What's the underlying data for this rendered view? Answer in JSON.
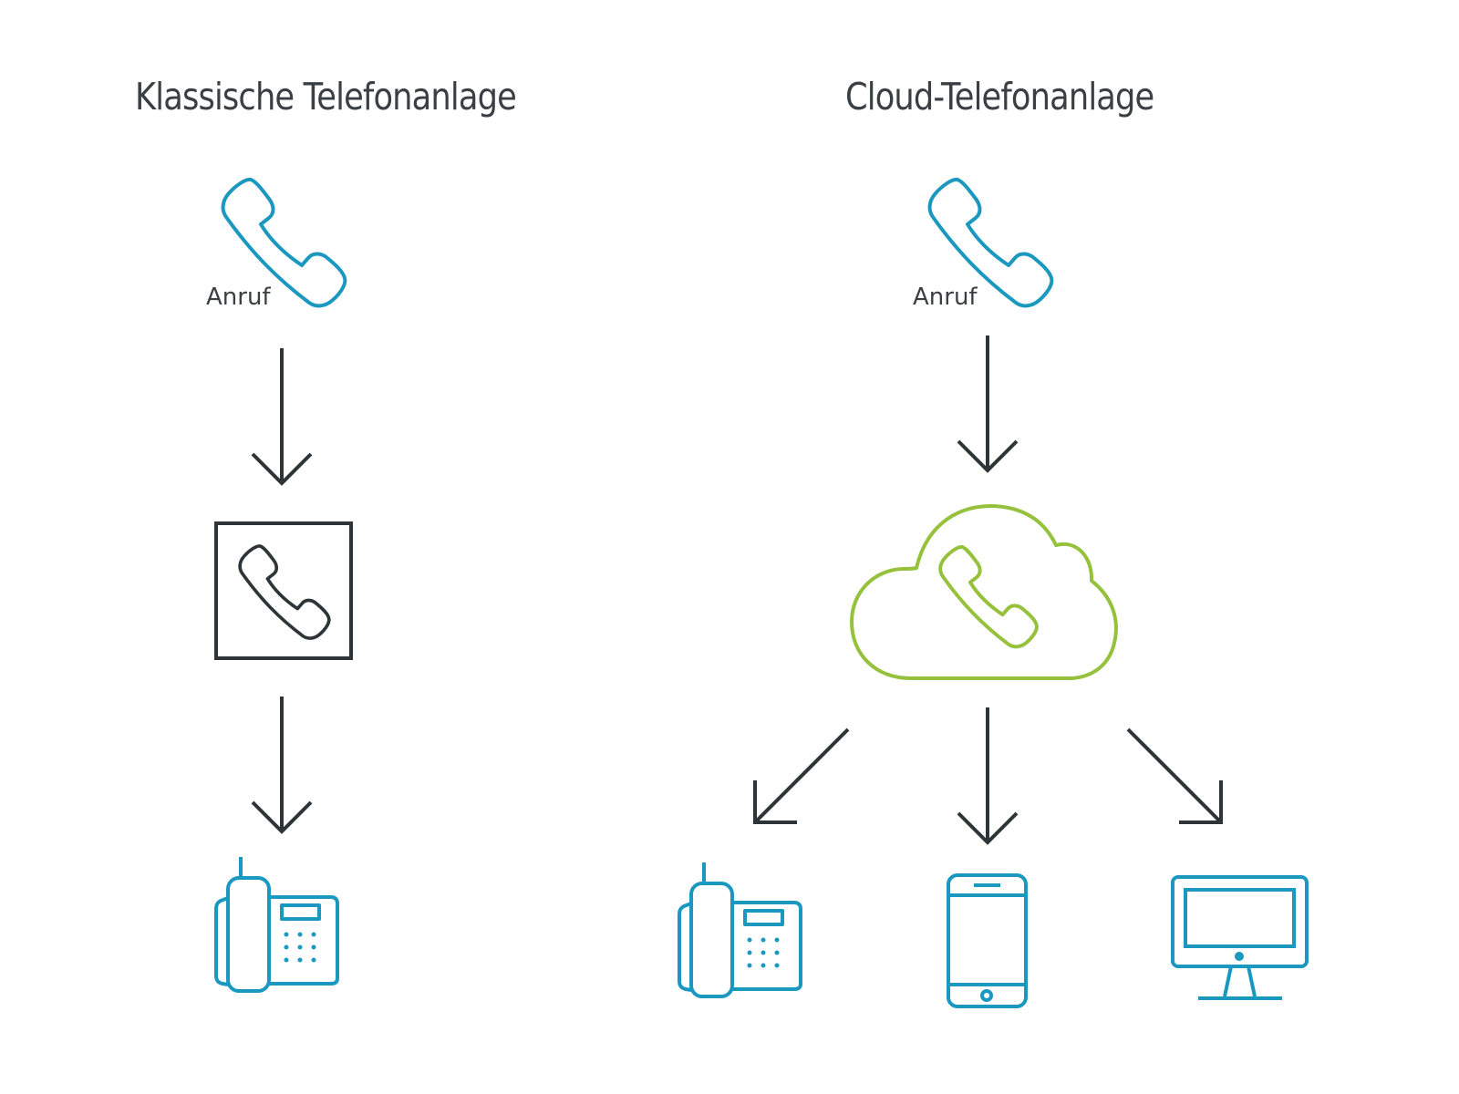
{
  "left": {
    "title": "Klassische Telefonanlage",
    "call_label": "Anruf"
  },
  "right": {
    "title": "Cloud-Telefonanlage",
    "call_label": "Anruf"
  },
  "colors": {
    "blue": "#1a98bf",
    "green": "#95c13d",
    "dark": "#2e3539",
    "text": "#3a3f44"
  },
  "icons": [
    "handset-icon",
    "pbx-box-icon",
    "desk-phone-icon",
    "cloud-icon",
    "smartphone-icon",
    "monitor-icon"
  ]
}
